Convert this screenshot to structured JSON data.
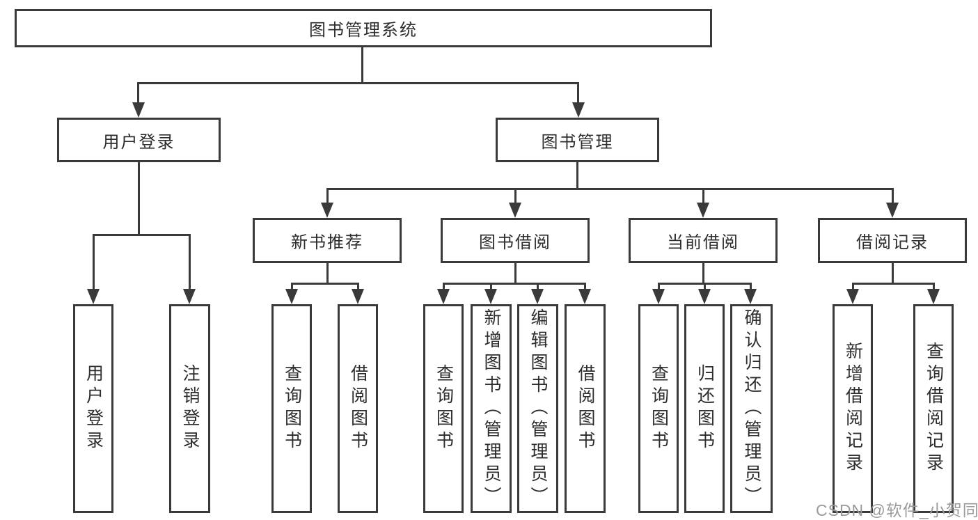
{
  "tree": {
    "root": "图书管理系统",
    "branches": [
      {
        "label": "用户登录",
        "children": [
          "用户登录",
          "注销登录"
        ]
      },
      {
        "label": "图书管理",
        "groups": [
          {
            "label": "新书推荐",
            "children": [
              "查询图书",
              "借阅图书"
            ]
          },
          {
            "label": "图书借阅",
            "children": [
              "查询图书",
              "新增图书（管理员）",
              "编辑图书（管理员）",
              "借阅图书"
            ]
          },
          {
            "label": "当前借阅",
            "children": [
              "查询图书",
              "归还图书",
              "确认归还（管理员）"
            ]
          },
          {
            "label": "借阅记录",
            "children": [
              "新增借阅记录",
              "查询借阅记录"
            ]
          }
        ]
      }
    ]
  },
  "watermark": "CSDN @软件_小贺同学",
  "colors": {
    "line": "#3a3a3a",
    "text": "#2d2d2d",
    "watermark": "#9a9a9a",
    "background": "#ffffff"
  }
}
